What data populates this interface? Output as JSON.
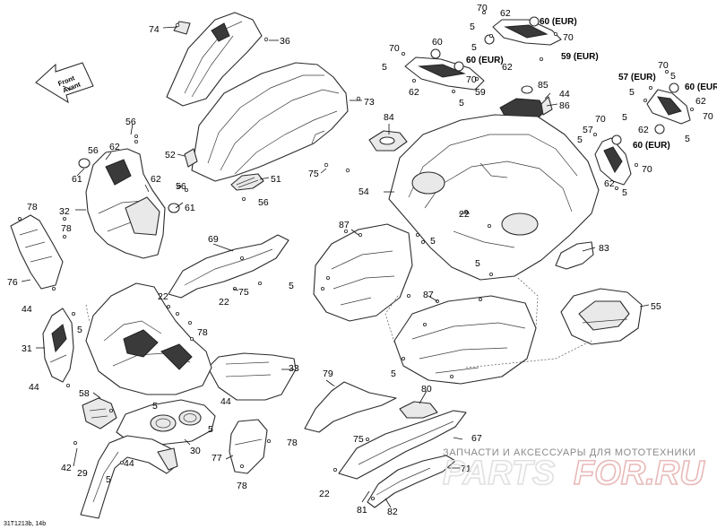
{
  "diagram": {
    "figure_code": "31T1213b, 14b",
    "front_label": [
      "Front",
      "Avant"
    ],
    "watermark": {
      "caption": "ЗАПЧАСТИ И АКСЕССУАРЫ ДЛЯ МОТОТЕХНИКИ",
      "logo_left": "PARTS",
      "logo_right": "FOR.RU"
    },
    "callouts": [
      "74",
      "36",
      "73",
      "70",
      "62",
      "60 (EUR)",
      "60",
      "5",
      "59 (EUR)",
      "59",
      "85",
      "44",
      "86",
      "84",
      "75",
      "54",
      "22",
      "83",
      "57 (EUR)",
      "57",
      "55",
      "87",
      "56",
      "61",
      "52",
      "51",
      "32",
      "78",
      "76",
      "69",
      "31",
      "33",
      "58",
      "30",
      "42",
      "29",
      "77",
      "79",
      "80",
      "67",
      "71",
      "81",
      "82"
    ]
  }
}
